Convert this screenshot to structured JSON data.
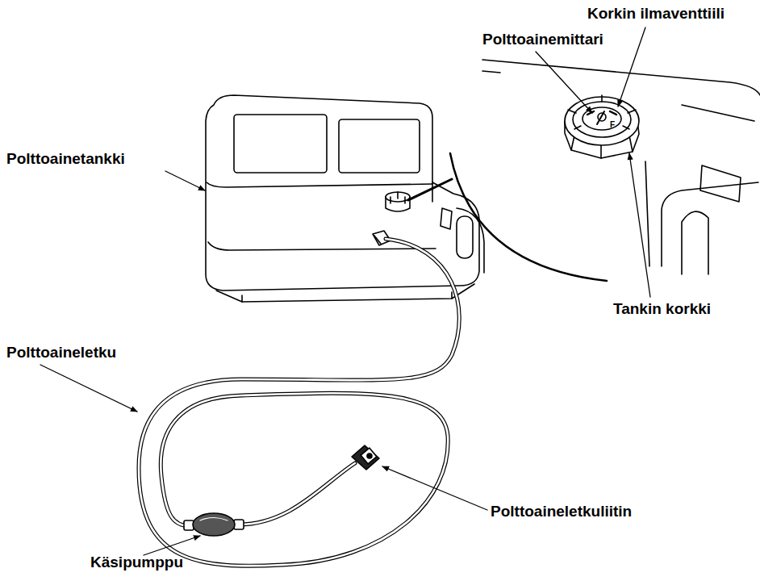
{
  "diagram": {
    "labels": [
      "Korkin ilmaventtiili",
      "Polttoainemittari",
      "Polttoainetankki",
      "Tankin korkki",
      "Polttoaineletku",
      "Polttoaineletkuliitin",
      "Käsipumppu",
      "F"
    ]
  }
}
